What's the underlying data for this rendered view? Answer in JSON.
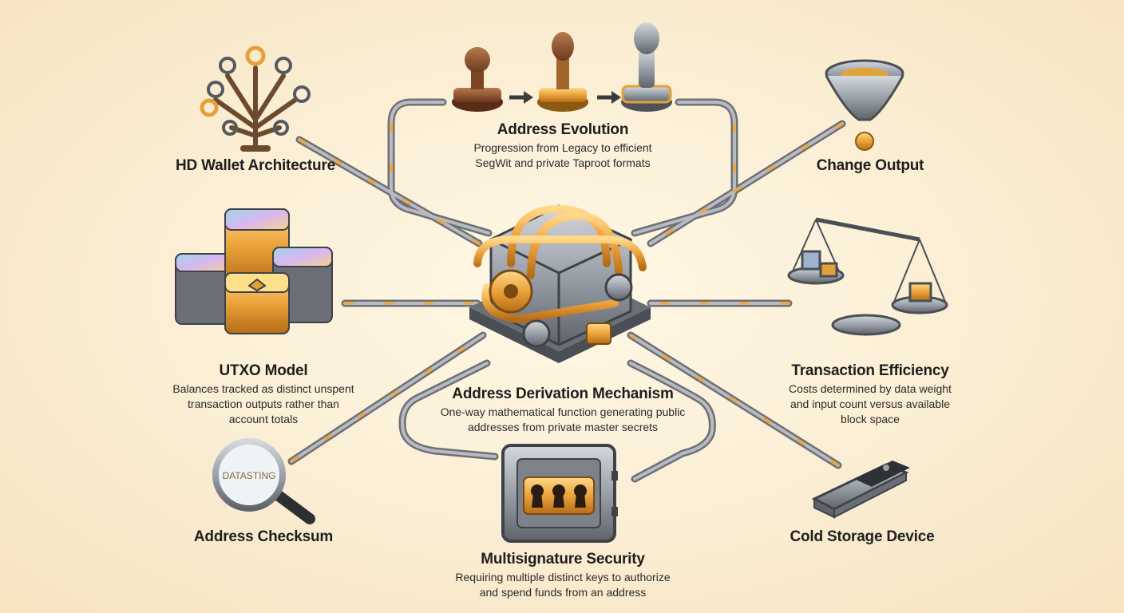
{
  "center": {
    "title": "Address Derivation Mechanism",
    "description_lines": [
      "One-way mathematical function generating public",
      "addresses from private master secrets"
    ]
  },
  "nodes": {
    "hd_wallet": {
      "title": "HD Wallet Architecture",
      "icon": "key-tree-icon"
    },
    "address_evolution": {
      "title": "Address Evolution",
      "description_lines": [
        "Progression from Legacy to efficient",
        "SegWit and private Taproot formats"
      ],
      "icon": "stamp-progression-icon"
    },
    "change_output": {
      "title": "Change Output",
      "icon": "coin-funnel-icon"
    },
    "utxo_model": {
      "title": "UTXO Model",
      "description_lines": [
        "Balances tracked as distinct unspent",
        "transaction outputs rather than",
        "account totals"
      ],
      "icon": "coin-stacks-icon"
    },
    "transaction_efficiency": {
      "title": "Transaction Efficiency",
      "description_lines": [
        "Costs determined by data weight",
        "and input count versus available",
        "block space"
      ],
      "icon": "balance-scale-icon"
    },
    "address_checksum": {
      "title": "Address Checksum",
      "icon": "magnifier-icon",
      "magnifier_text": "DATASTING"
    },
    "multisig": {
      "title": "Multisignature Security",
      "description_lines": [
        "Requiring multiple distinct keys to authorize",
        "and spend funds from an address"
      ],
      "icon": "vault-keyholes-icon"
    },
    "cold_storage": {
      "title": "Cold Storage Device",
      "icon": "usb-device-icon"
    }
  },
  "colors": {
    "background": "#fbefd6",
    "pipe": "#8a8e94",
    "pipe_glow": "#f0a030",
    "metal": "#9aa0a8",
    "gold": "#e8a63a",
    "text": "#1e1e1e"
  }
}
